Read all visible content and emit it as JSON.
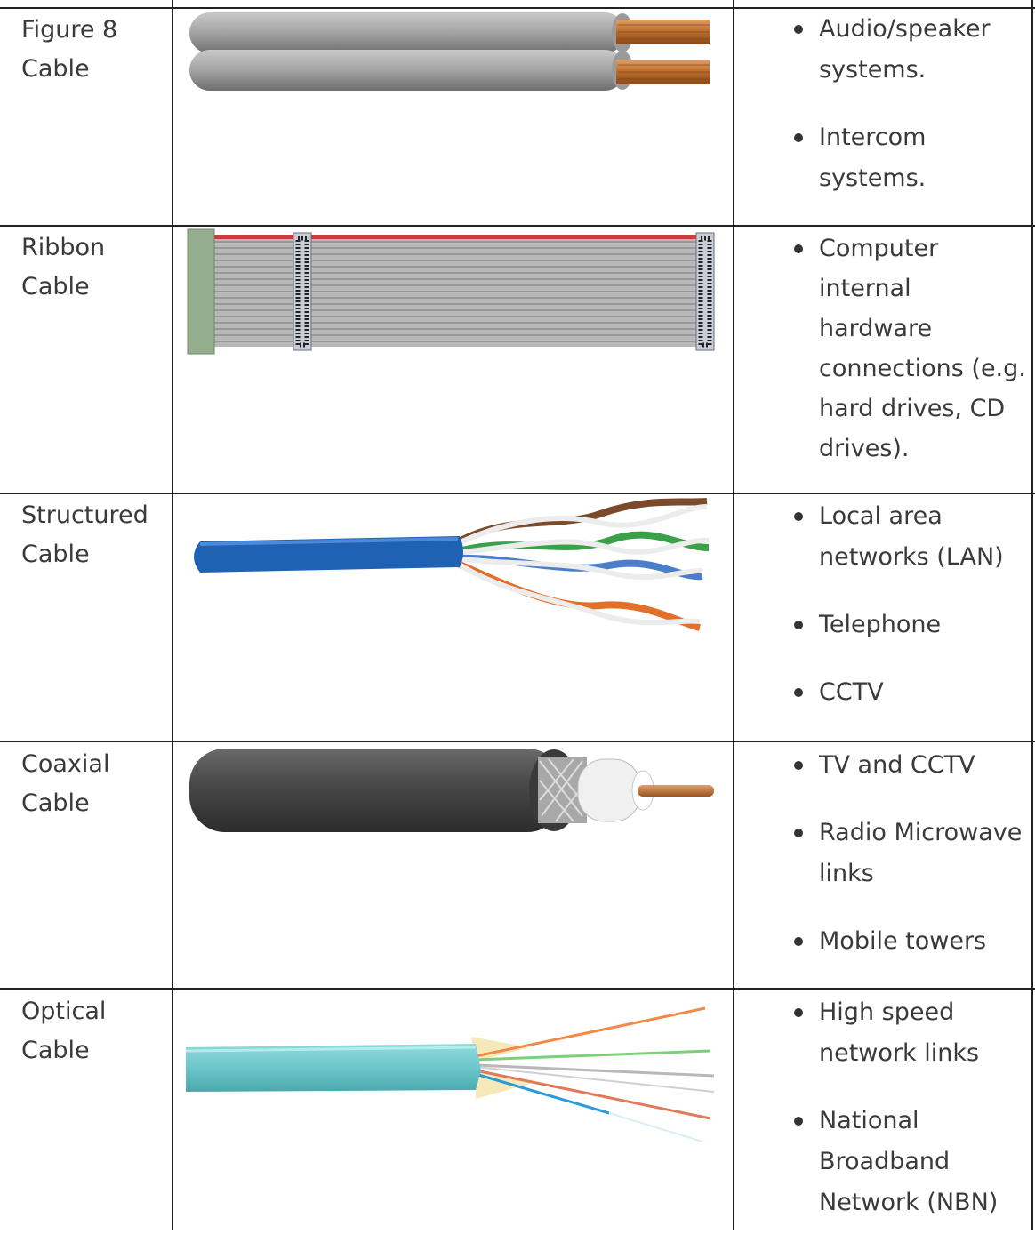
{
  "rows": [
    {
      "name_lines": [
        "Figure 8",
        "Cable"
      ],
      "image_icon": "figure-8-cable-illustration",
      "uses": [
        "Audio/speaker systems.",
        "Intercom systems."
      ]
    },
    {
      "name_lines": [
        "Ribbon",
        "Cable"
      ],
      "image_icon": "ribbon-cable-illustration",
      "uses": [
        "Computer internal hardware connections (e.g. hard drives, CD drives)."
      ]
    },
    {
      "name_lines": [
        "Structured",
        "Cable"
      ],
      "image_icon": "structured-cable-illustration",
      "uses": [
        "Local area networks (LAN)",
        "Telephone",
        "CCTV"
      ]
    },
    {
      "name_lines": [
        "Coaxial",
        "Cable"
      ],
      "image_icon": "coaxial-cable-illustration",
      "uses": [
        "TV and CCTV",
        "Radio Microwave links",
        "Mobile towers"
      ]
    },
    {
      "name_lines": [
        "Optical",
        "Cable"
      ],
      "image_icon": "optical-cable-illustration",
      "uses": [
        "High speed network links",
        "National Broadband Network (NBN)"
      ]
    }
  ],
  "colors": {
    "grid": "#222222",
    "text": "#3a3a3a"
  }
}
